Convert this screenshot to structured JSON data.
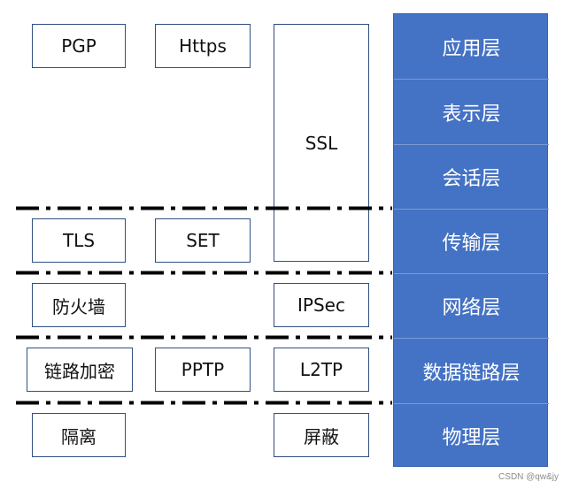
{
  "protocols": {
    "pgp": "PGP",
    "https": "Https",
    "ssl": "SSL",
    "tls": "TLS",
    "set": "SET",
    "firewall": "防火墙",
    "ipsec": "IPSec",
    "link_encryption": "链路加密",
    "pptp": "PPTP",
    "l2tp": "L2TP",
    "isolation": "隔离",
    "shielding": "屏蔽"
  },
  "osi_layers": [
    "应用层",
    "表示层",
    "会话层",
    "传输层",
    "网络层",
    "数据链路层",
    "物理层"
  ],
  "colors": {
    "layer_fill": "#4472c4",
    "layer_text": "#ffffff",
    "box_border": "#2f4f7f",
    "separator": "#000000"
  },
  "watermark": "CSDN @qw&jy"
}
